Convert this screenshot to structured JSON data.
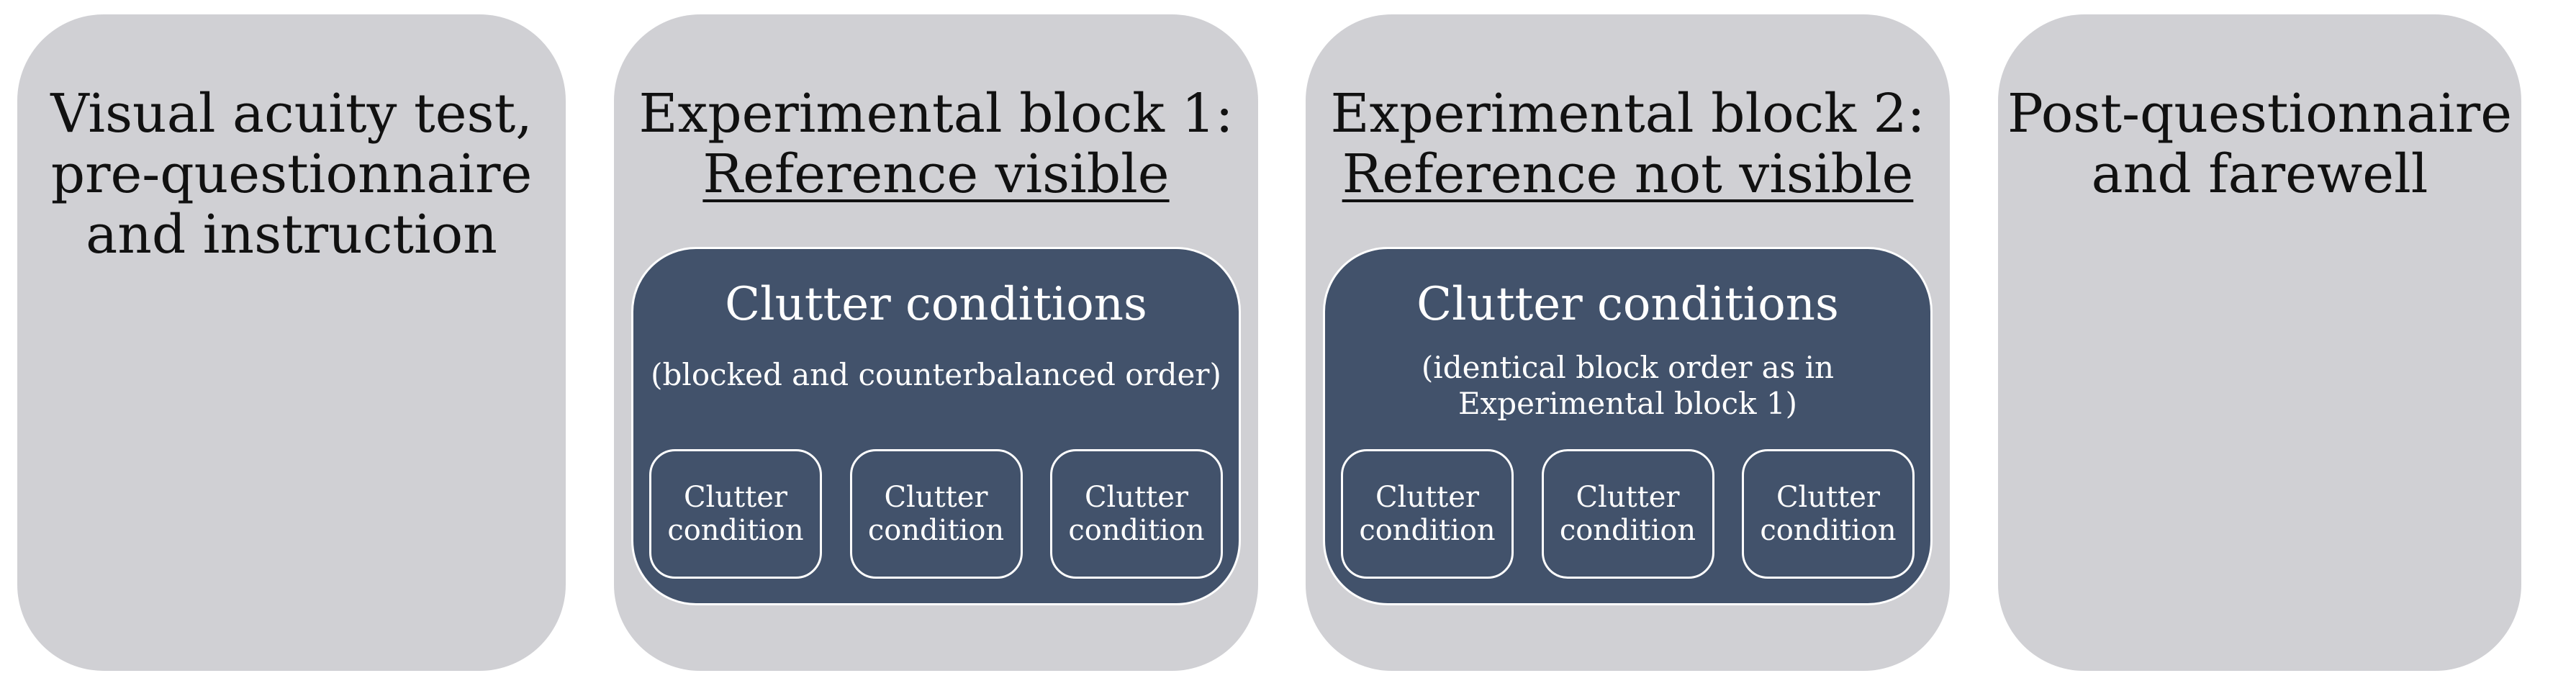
{
  "phases": [
    {
      "title_lines": [
        "Visual acuity test,",
        "pre-questionnaire",
        "and instruction"
      ]
    },
    {
      "title_line_1": "Experimental block 1:",
      "title_line_2": "Reference visible",
      "panel": {
        "title": "Clutter conditions",
        "subtitle_lines": [
          "(blocked and counterbalanced order)"
        ],
        "conditions": [
          {
            "line_1": "Clutter",
            "line_2": "condition"
          },
          {
            "line_1": "Clutter",
            "line_2": "condition"
          },
          {
            "line_1": "Clutter",
            "line_2": "condition"
          }
        ]
      }
    },
    {
      "title_line_1": "Experimental block 2:",
      "title_line_2": "Reference not visible",
      "panel": {
        "title": "Clutter conditions",
        "subtitle_lines": [
          "(identical block order as in",
          "Experimental block 1)"
        ],
        "conditions": [
          {
            "line_1": "Clutter",
            "line_2": "condition"
          },
          {
            "line_1": "Clutter",
            "line_2": "condition"
          },
          {
            "line_1": "Clutter",
            "line_2": "condition"
          }
        ]
      }
    },
    {
      "title_lines": [
        "Post-questionnaire",
        "and farewell"
      ]
    }
  ],
  "colors": {
    "phase_background": "#d0d0d4",
    "panel_background": "#42526b",
    "border": "#ffffff",
    "title_text": "#111111",
    "panel_text": "#ffffff"
  }
}
